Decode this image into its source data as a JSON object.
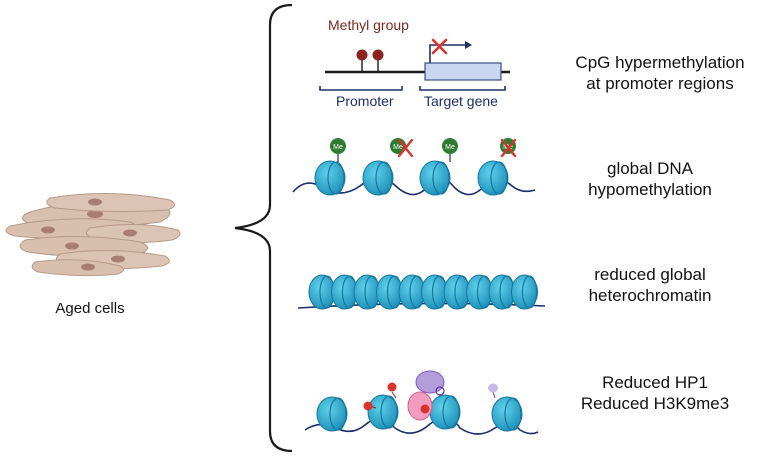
{
  "cells": {
    "label": "Aged cells"
  },
  "panel1": {
    "methyl_label": "Methyl group",
    "promoter_label": "Promoter",
    "target_label": "Target gene",
    "caption_line1": "CpG  hypermethylation",
    "caption_line2": "at promoter regions"
  },
  "panel2": {
    "me_badge": "Me",
    "caption_line1": "global DNA",
    "caption_line2": "hypomethylation"
  },
  "panel3": {
    "caption_line1": "reduced global",
    "caption_line2": "heterochromatin"
  },
  "panel4": {
    "caption_line1": "Reduced HP1",
    "caption_line2": "Reduced H3K9me3"
  },
  "colors": {
    "nucleosome": "#2aa7c9",
    "nucleosome_dark": "#1677a0",
    "dna": "#1c2f6b",
    "methyl": "#8b2323",
    "me_badge": "#2e7d32",
    "cross": "#d9342b",
    "gene_box": "#c9d6ef",
    "hp1_purple": "#b39ddb",
    "hp1_pink": "#f19cc0",
    "cell": "#d9bfae",
    "nucleus": "#a77f72"
  }
}
